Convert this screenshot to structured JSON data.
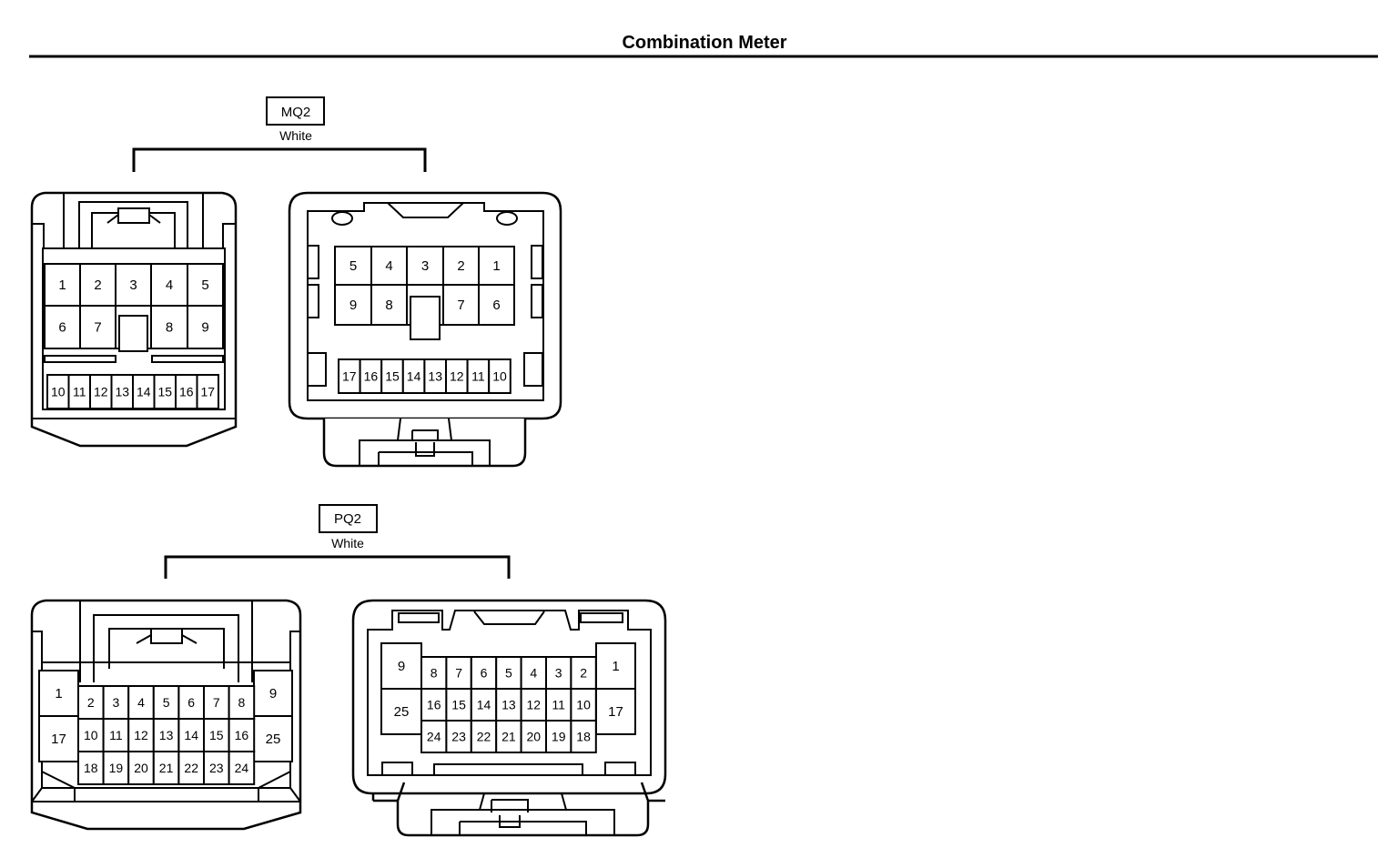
{
  "title": "Combination Meter",
  "connectors": [
    {
      "code": "MQ2",
      "color": "White",
      "harness_side": {
        "upper_row": [
          "1",
          "2",
          "3",
          "4",
          "5"
        ],
        "middle_row": [
          "6",
          "7",
          "8",
          "9"
        ],
        "lower_row": [
          "10",
          "11",
          "12",
          "13",
          "14",
          "15",
          "16",
          "17"
        ]
      },
      "component_side": {
        "upper_row": [
          "5",
          "4",
          "3",
          "2",
          "1"
        ],
        "middle_row": [
          "9",
          "8",
          "7",
          "6"
        ],
        "lower_row": [
          "17",
          "16",
          "15",
          "14",
          "13",
          "12",
          "11",
          "10"
        ]
      }
    },
    {
      "code": "PQ2",
      "color": "White",
      "harness_side": {
        "left_col": [
          "1",
          "17"
        ],
        "right_col": [
          "9",
          "25"
        ],
        "row_1": [
          "2",
          "3",
          "4",
          "5",
          "6",
          "7",
          "8"
        ],
        "row_2": [
          "10",
          "11",
          "12",
          "13",
          "14",
          "15",
          "16"
        ],
        "row_3": [
          "18",
          "19",
          "20",
          "21",
          "22",
          "23",
          "24"
        ]
      },
      "component_side": {
        "left_col": [
          "9",
          "25"
        ],
        "right_col": [
          "1",
          "17"
        ],
        "row_1": [
          "8",
          "7",
          "6",
          "5",
          "4",
          "3",
          "2"
        ],
        "row_2": [
          "16",
          "15",
          "14",
          "13",
          "12",
          "11",
          "10"
        ],
        "row_3": [
          "24",
          "23",
          "22",
          "21",
          "20",
          "19",
          "18"
        ]
      }
    }
  ]
}
